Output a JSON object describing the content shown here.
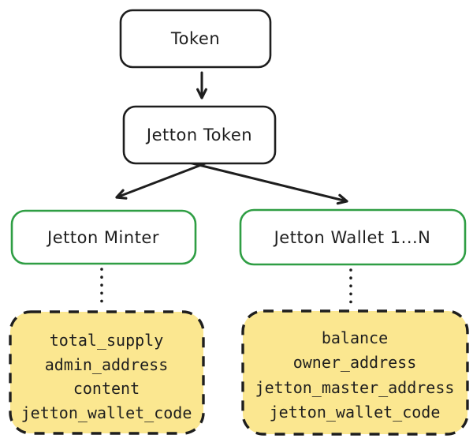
{
  "diagram": {
    "nodes": {
      "token": {
        "label": "Token"
      },
      "jetton_token": {
        "label": "Jetton Token"
      },
      "jetton_minter": {
        "label": "Jetton Minter",
        "fields": [
          "total_supply",
          "admin_address",
          "content",
          "jetton_wallet_code"
        ]
      },
      "jetton_wallet": {
        "label": "Jetton Wallet 1...N",
        "fields": [
          "balance",
          "owner_address",
          "jetton_master_address",
          "jetton_wallet_code"
        ]
      }
    },
    "colors": {
      "stroke": "#1e1e1e",
      "green": "#2f9e44",
      "yellow_fill": "#fbe790"
    }
  }
}
